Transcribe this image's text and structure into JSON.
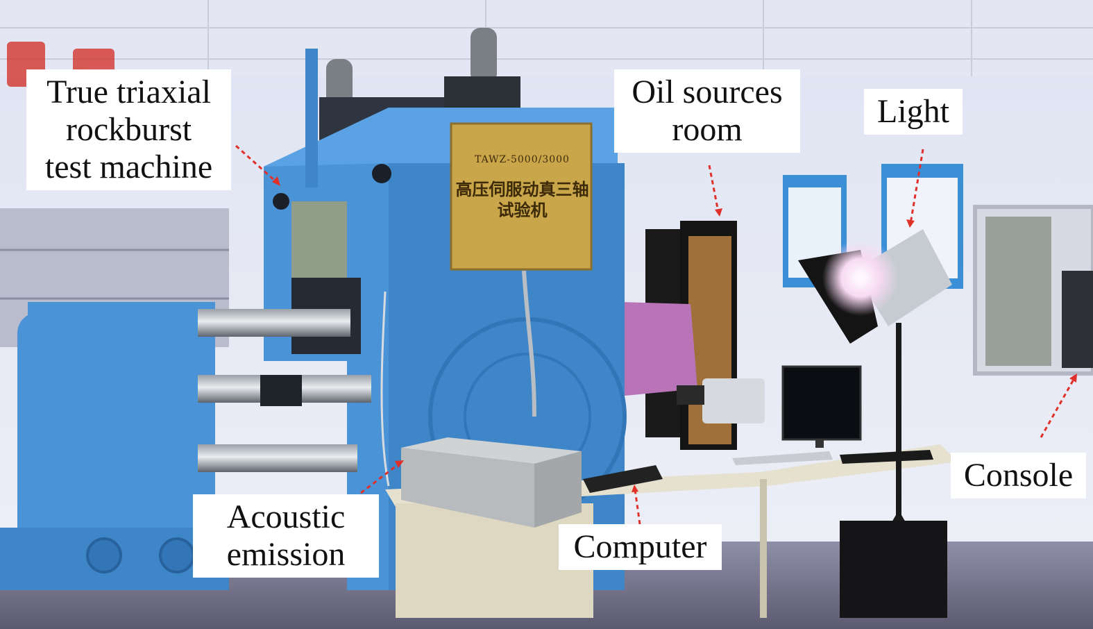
{
  "labels": {
    "machine": [
      "True triaxial",
      "rockburst",
      "test machine"
    ],
    "oil_room": [
      "Oil sources",
      "room"
    ],
    "light": "Light",
    "acoustic": [
      "Acoustic",
      "emission"
    ],
    "computer": "Computer",
    "console": "Console"
  },
  "plate": {
    "model": "TAWZ-5000/3000",
    "title": "高压伺服动真三轴试验机"
  },
  "colors": {
    "machine_blue": "#4a93d6",
    "plate_gold": "#c9a64a",
    "wall": "#e9ecf5",
    "arrow_red": "#e0302a"
  }
}
